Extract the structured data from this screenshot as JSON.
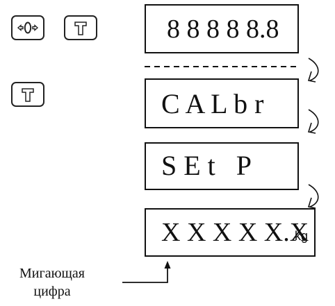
{
  "keys": {
    "zero_key": {
      "icon": "zero-arrows-icon"
    },
    "tare_key": {
      "label": "T"
    }
  },
  "displays": [
    {
      "text": "8 8 8 8 8.8"
    },
    {
      "text": "C A L b r"
    },
    {
      "text": "S E t   P"
    },
    {
      "text": "X X X X X.X",
      "unit": "kg"
    }
  ],
  "annotation": {
    "line1": "Мигающая",
    "line2": "цифра"
  }
}
